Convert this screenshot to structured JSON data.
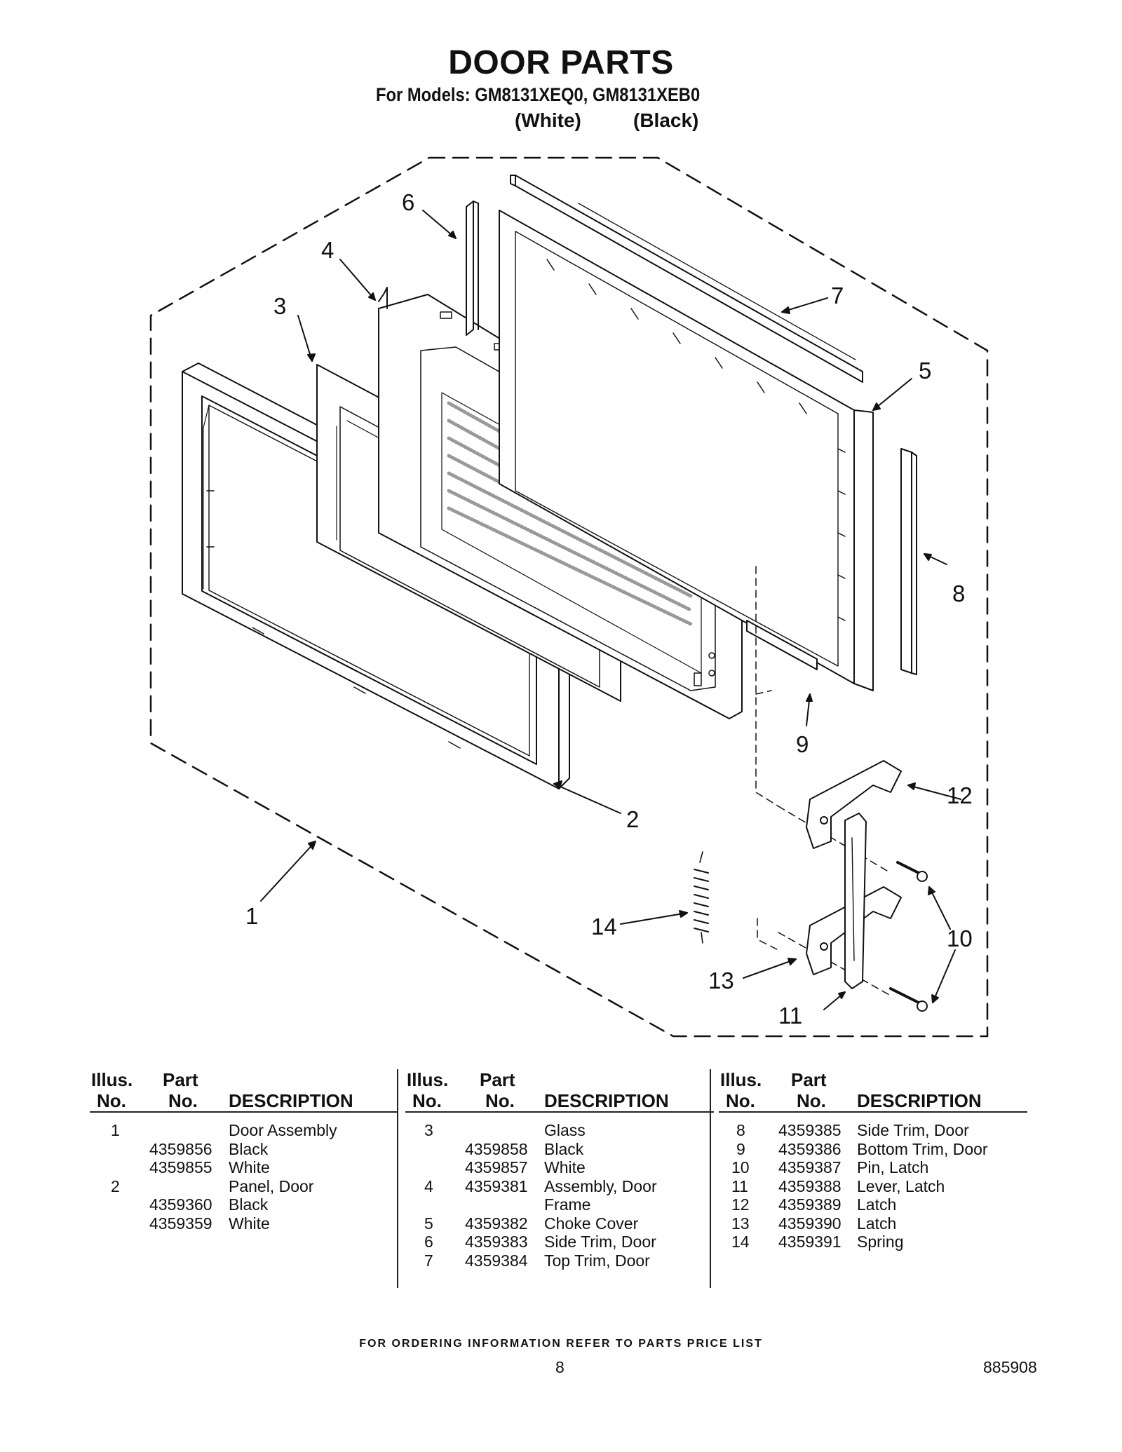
{
  "header": {
    "title": "DOOR PARTS",
    "models_line": "For Models: GM8131XEQ0, GM8131XEB0",
    "variant_white": "(White)",
    "variant_black": "(Black)"
  },
  "diagram": {
    "callouts": [
      "1",
      "2",
      "3",
      "4",
      "5",
      "6",
      "7",
      "8",
      "9",
      "10",
      "11",
      "12",
      "13",
      "14"
    ]
  },
  "table": {
    "headers": {
      "illus": "Illus.",
      "no": "No.",
      "part": "Part",
      "part_no": "No.",
      "description": "DESCRIPTION"
    },
    "col1": [
      {
        "illus": "1",
        "part": "",
        "desc": "Door Assembly"
      },
      {
        "illus": "",
        "part": "4359856",
        "desc": "Black"
      },
      {
        "illus": "",
        "part": "4359855",
        "desc": "White"
      },
      {
        "illus": "2",
        "part": "",
        "desc": "Panel, Door"
      },
      {
        "illus": "",
        "part": "4359360",
        "desc": "Black"
      },
      {
        "illus": "",
        "part": "4359359",
        "desc": "White"
      }
    ],
    "col2": [
      {
        "illus": "3",
        "part": "",
        "desc": "Glass"
      },
      {
        "illus": "",
        "part": "4359858",
        "desc": "Black"
      },
      {
        "illus": "",
        "part": "4359857",
        "desc": "White"
      },
      {
        "illus": "4",
        "part": "4359381",
        "desc": "Assembly, Door"
      },
      {
        "illus": "",
        "part": "",
        "desc": "Frame"
      },
      {
        "illus": "5",
        "part": "4359382",
        "desc": "Choke Cover"
      },
      {
        "illus": "6",
        "part": "4359383",
        "desc": "Side Trim, Door"
      },
      {
        "illus": "7",
        "part": "4359384",
        "desc": "Top Trim, Door"
      }
    ],
    "col3": [
      {
        "illus": "8",
        "part": "4359385",
        "desc": "Side Trim, Door"
      },
      {
        "illus": "9",
        "part": "4359386",
        "desc": "Bottom Trim, Door"
      },
      {
        "illus": "10",
        "part": "4359387",
        "desc": "Pin, Latch"
      },
      {
        "illus": "11",
        "part": "4359388",
        "desc": "Lever, Latch"
      },
      {
        "illus": "12",
        "part": "4359389",
        "desc": "Latch"
      },
      {
        "illus": "13",
        "part": "4359390",
        "desc": "Latch"
      },
      {
        "illus": "14",
        "part": "4359391",
        "desc": "Spring"
      }
    ]
  },
  "footer": {
    "ordering_note": "FOR ORDERING INFORMATION REFER TO PARTS PRICE LIST",
    "page_number": "8",
    "document_number": "885908"
  }
}
